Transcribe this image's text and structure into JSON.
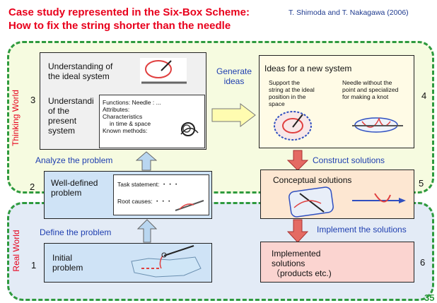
{
  "header": {
    "title_line1": "Case study represented in the Six-Box Scheme:",
    "title_line2": "How to fix the string shorter than the needle",
    "credit": "T. Shimoda and T. Nakagawa (2006)"
  },
  "worlds": {
    "thinking": "Thinking World",
    "real": "Real World"
  },
  "box3": {
    "number": "3",
    "ideal_line1": "Understanding of",
    "ideal_line2": "the ideal system",
    "present_line1": "Understandi",
    "present_line2": "of the",
    "present_line3": "present",
    "present_line4": "system",
    "card_functions": "Functions:  Needle : ...",
    "card_attributes": "Attributes:",
    "card_char1": "Characteristics",
    "card_char2": "in time & space",
    "card_known": "Known methods:"
  },
  "box4": {
    "number": "4",
    "title": "Ideas for a new system",
    "idea1_line1": "Support the",
    "idea1_line2": "string at the ideal",
    "idea1_line3": "position in the",
    "idea1_line4": "space",
    "idea2_line1": "Needle  without the",
    "idea2_line2": "point and specialized",
    "idea2_line3": "for making a knot"
  },
  "box2": {
    "number": "2",
    "title_line1": "Well-defined",
    "title_line2": "problem",
    "task": "Task statement: ・・・",
    "causes": "Root causes: ・・・"
  },
  "box5": {
    "number": "5",
    "title": "Conceptual solutions"
  },
  "box1": {
    "number": "1",
    "title_line1": "Initial",
    "title_line2": "problem"
  },
  "box6": {
    "number": "6",
    "line1": "Implemented",
    "line2": "solutions",
    "line3": "（products etc.)"
  },
  "arrows": {
    "generate_line1": "Generate",
    "generate_line2": "ideas",
    "analyze": "Analyze the problem",
    "construct": "Construct solutions",
    "define": "Define the problem",
    "implement": "Implement the solutions"
  },
  "page_number": "35",
  "colors": {
    "title_red": "#e8001c",
    "green_dash": "#2e9a3e",
    "box3_fill": "#f0f0f0",
    "box4_fill": "#fffbe6",
    "box2_fill": "#cfe3f6",
    "box5_fill": "#fde7d2",
    "box1_fill": "#cfe3f6",
    "box6_fill": "#fbd4d0",
    "up_arrow": "#b9d6f0",
    "down_arrow": "#e46a63",
    "right_arrow": "#fffcb0"
  }
}
